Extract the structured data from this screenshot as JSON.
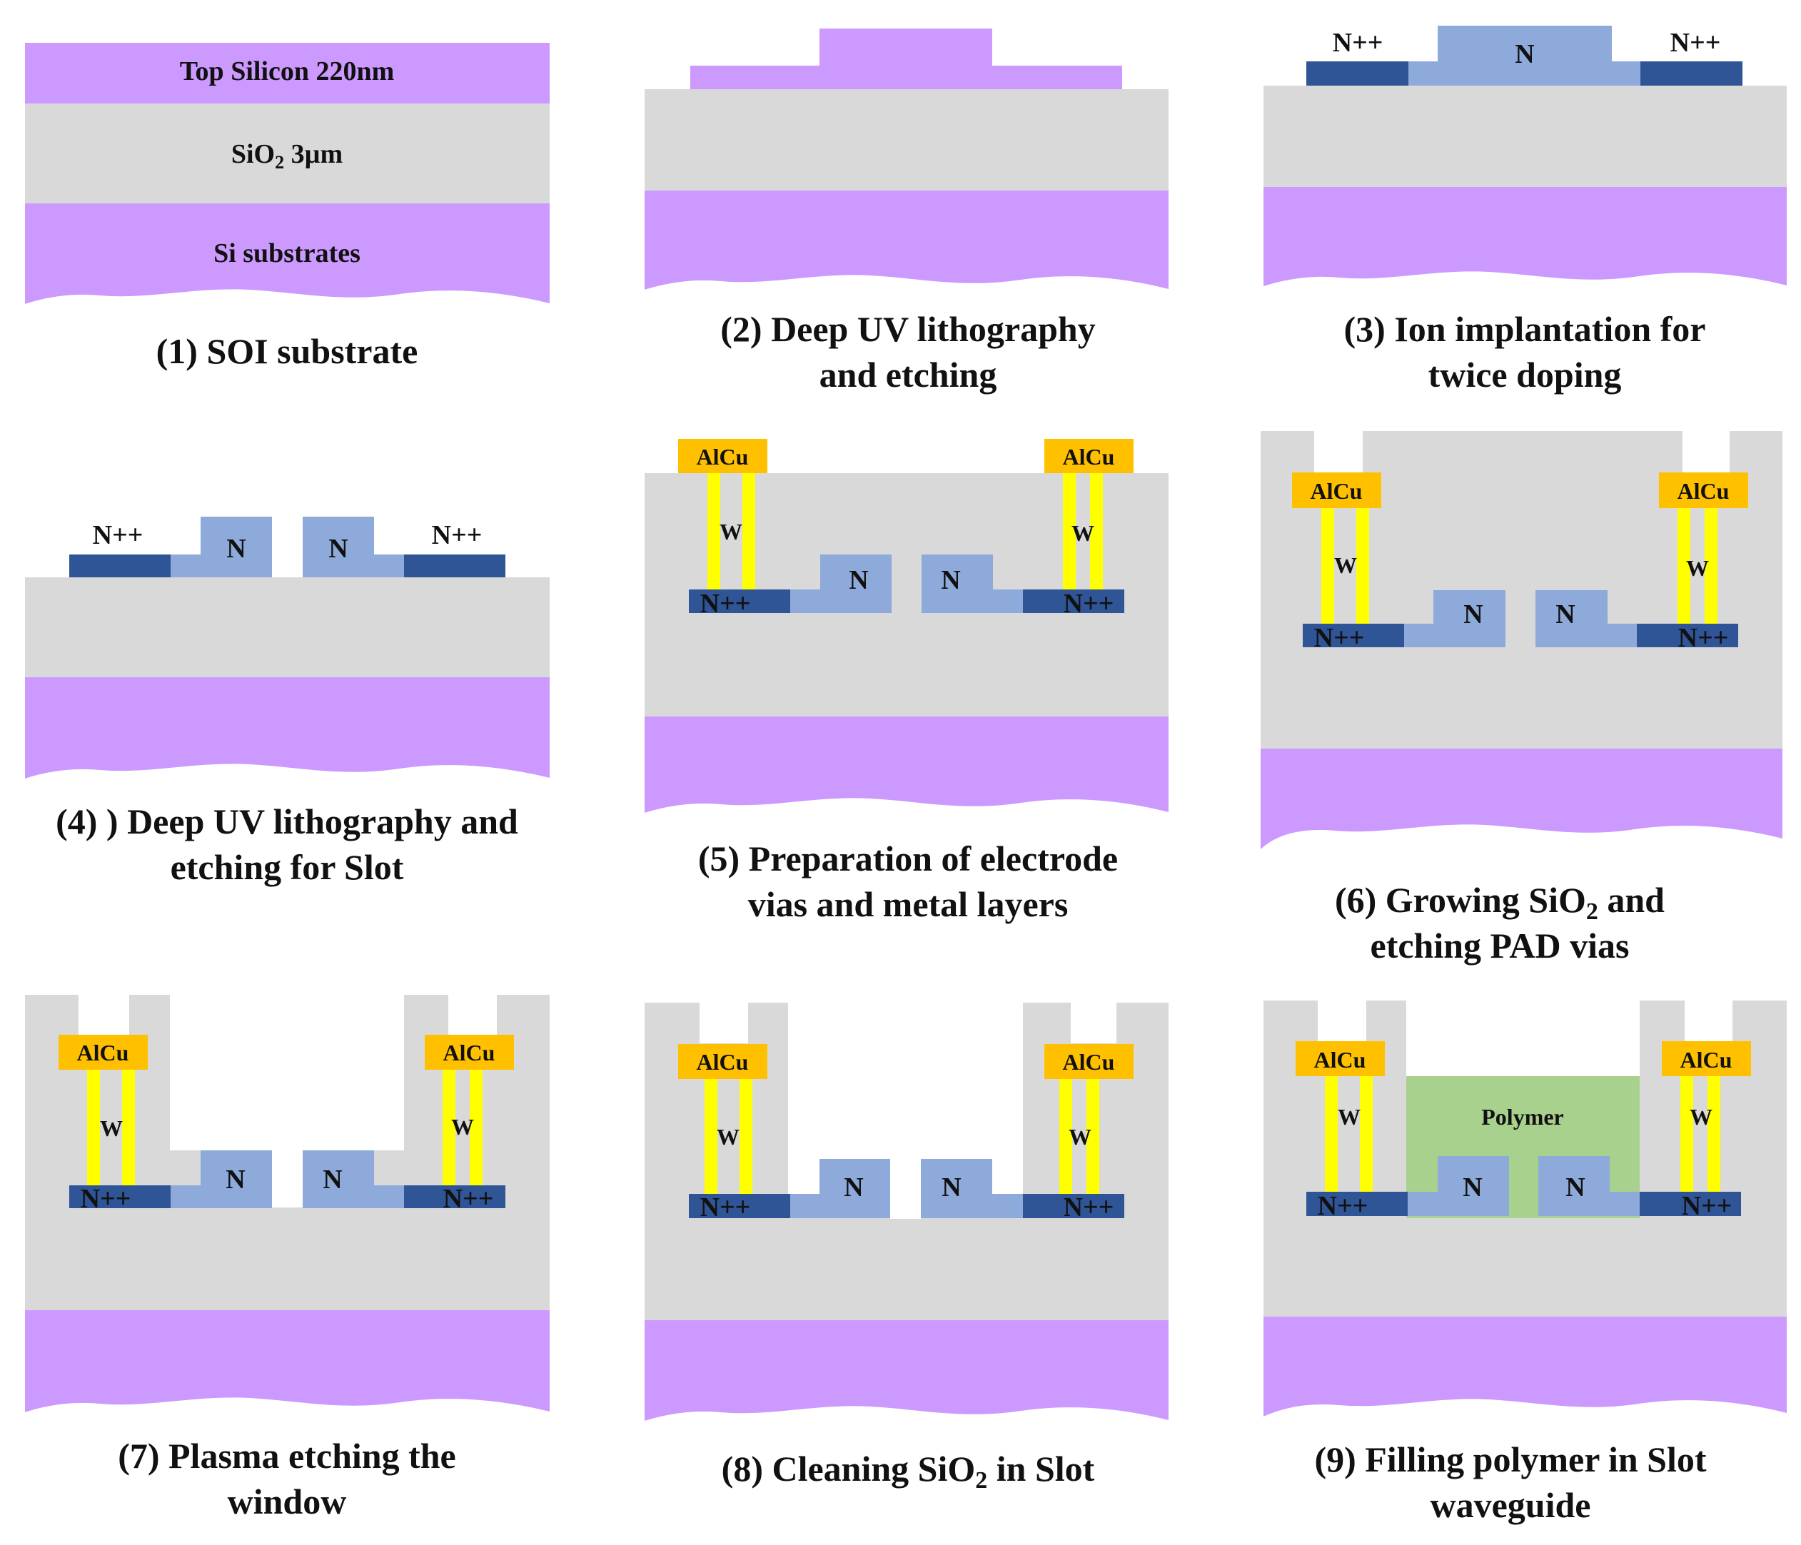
{
  "colors": {
    "silicon": "#cc99ff",
    "oxide": "#d9d9d9",
    "n_doped": "#8eaadb",
    "n_plus_plus": "#2f5597",
    "alcu": "#ffc000",
    "tungsten": "#ffff00",
    "polymer": "#a9d18e",
    "background": "#ffffff"
  },
  "labels": {
    "top_silicon": "Top Silicon 220nm",
    "sio2_main": "SiO",
    "sio2_sub": "2",
    "sio2_rest": " 3µm",
    "si_substrate": "Si substrates",
    "n": "N",
    "npp": "N++",
    "alcu": "AlCu",
    "w": "W",
    "polymer": "Polymer"
  },
  "steps": [
    {
      "lines": [
        "(1) SOI substrate"
      ]
    },
    {
      "lines": [
        "(2) Deep UV lithography",
        "and etching"
      ]
    },
    {
      "lines": [
        "(3) Ion implantation for",
        "twice doping"
      ]
    },
    {
      "lines": [
        "(4) ) Deep UV lithography and",
        "etching for Slot"
      ]
    },
    {
      "lines": [
        "(5) Preparation of electrode",
        "vias and metal layers"
      ]
    },
    {
      "lines": [
        "(6) Growing SiO",
        "and",
        "etching PAD vias"
      ]
    },
    {
      "lines": [
        "(7) Plasma etching the",
        "window"
      ]
    },
    {
      "lines": [
        "(8) Cleaning SiO",
        "in Slot"
      ]
    },
    {
      "lines": [
        "(9) Filling polymer in Slot",
        "waveguide"
      ]
    }
  ],
  "caption_subscripts": {
    "step6": "2",
    "step8": "2"
  }
}
